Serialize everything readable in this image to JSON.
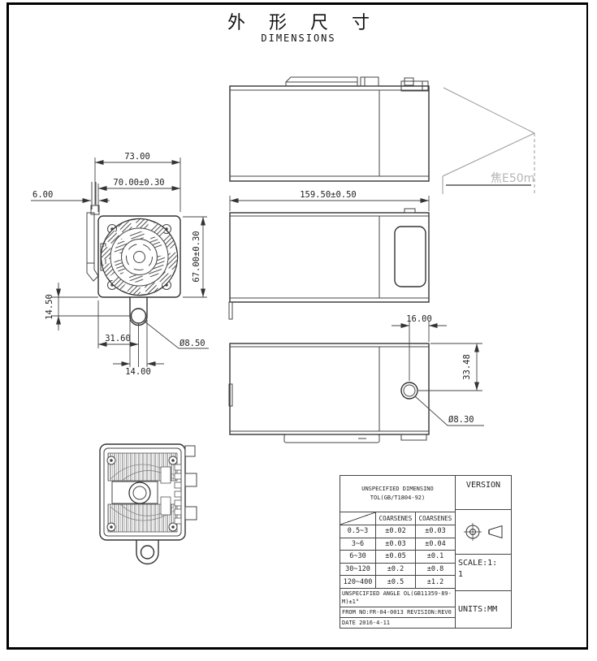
{
  "title": {
    "cn": "外 形 尺 寸",
    "en": "DIMENSIONS"
  },
  "watermark": {
    "text": "焦E50m"
  },
  "dimensions": {
    "front_outer_width": "73.00",
    "front_width": "70.00±0.30",
    "front_clip_offset": "6.00",
    "front_height": "67.00±0.30",
    "front_tab_drop": "14.50",
    "front_hole_offset_x": "31.60",
    "front_tab_width": "14.00",
    "front_hole_dia": "Ø8.50",
    "side_length": "159.50±0.50",
    "bottom_hole_offset_x": "16.00",
    "bottom_hole_offset_y": "33.48",
    "bottom_hole_dia": "Ø8.30"
  },
  "title_block": {
    "tolerance_header": "UNSPECIFIED DIMENSINO TOL(GB/T1804-92)",
    "column_headers": [
      "COARSENES",
      "COARSENES"
    ],
    "rows": [
      {
        "range": "0.5~3",
        "coarse1": "±0.02",
        "coarse2": "±0.03"
      },
      {
        "range": "3~6",
        "coarse1": "±0.03",
        "coarse2": "±0.04"
      },
      {
        "range": "6~30",
        "coarse1": "±0.05",
        "coarse2": "±0.1"
      },
      {
        "range": "30~120",
        "coarse1": "±0.2",
        "coarse2": "±0.8"
      },
      {
        "range": "120~400",
        "coarse1": "±0.5",
        "coarse2": "±1.2"
      }
    ],
    "angle_note": "UNSPECIFIED ANGLE OL(GB11359-89-M)±1°",
    "from_no": "FROM NO:FR-04-0013 REVISION:REV0",
    "date": "DATE 2016-4-11",
    "version_label": "VERSION",
    "scale_label": "SCALE:1:1",
    "units_label": "UNITS:MM"
  }
}
